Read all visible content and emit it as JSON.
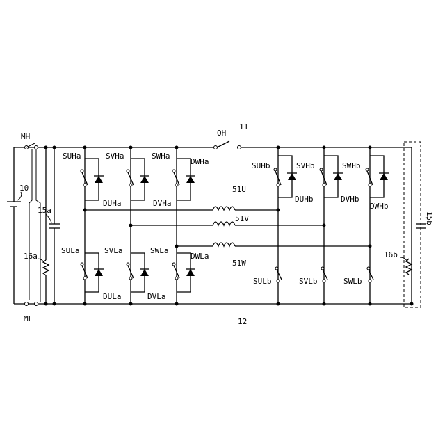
{
  "labels": {
    "MH": "MH",
    "ML": "ML",
    "QH": "QH",
    "n11": "11",
    "n12": "12",
    "n10": "10",
    "n15a": "15a",
    "n16a": "16a",
    "n15b": "15b",
    "n16b": "16b",
    "SUHa": "SUHa",
    "SVHa": "SVHa",
    "SWHa": "SWHa",
    "DWHa": "DWHa",
    "DUHa": "DUHa",
    "DVHa": "DVHa",
    "SULa": "SULa",
    "SVLa": "SVLa",
    "SWLa": "SWLa",
    "DWLa": "DWLa",
    "DULa": "DULa",
    "DVLa": "DVLa",
    "SUHb": "SUHb",
    "SVHb": "SVHb",
    "SWHb": "SWHb",
    "DUHb": "DUHb",
    "DVHb": "DVHb",
    "DWHb": "DWHb",
    "SULb": "SULb",
    "SVLb": "SVLb",
    "SWLb": "SWLb",
    "n51U": "51U",
    "n51V": "51V",
    "n51W": "51W"
  }
}
